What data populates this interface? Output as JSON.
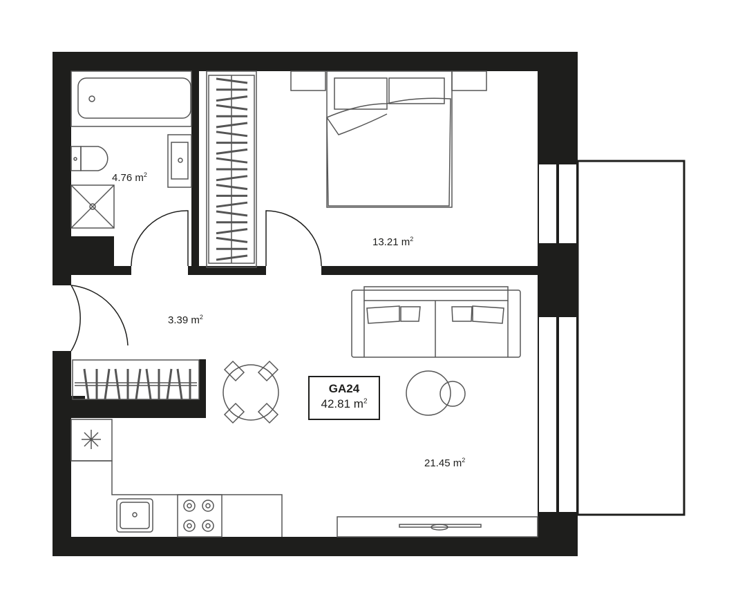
{
  "unit": {
    "code": "GA24",
    "total_area": "42.81",
    "unit_suffix": "m",
    "unit_power": "2"
  },
  "rooms": [
    {
      "name": "bathroom",
      "area": "4.76"
    },
    {
      "name": "bedroom",
      "area": "13.21"
    },
    {
      "name": "hallway",
      "area": "3.39"
    },
    {
      "name": "living-kitchen",
      "area": "21.45"
    }
  ],
  "colors": {
    "wall": "#1e1e1c",
    "furniture": "#555555"
  }
}
